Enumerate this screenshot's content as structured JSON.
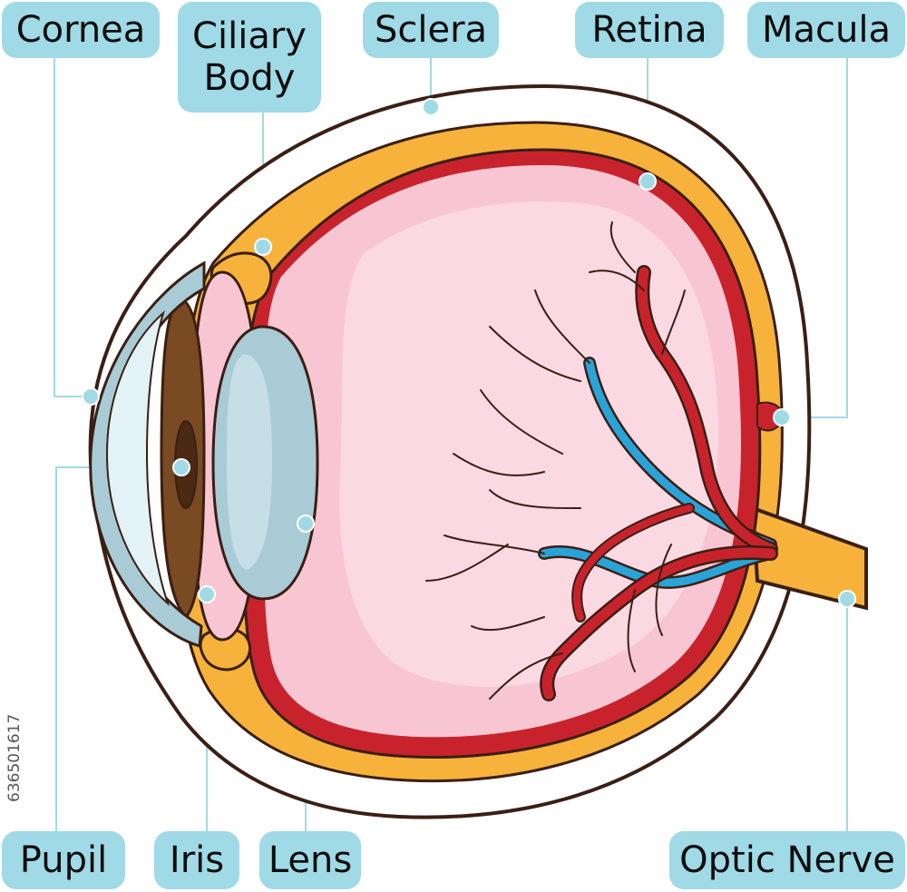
{
  "labels": {
    "cornea": "Cornea",
    "ciliary_line1": "Ciliary",
    "ciliary_line2": "Body",
    "sclera": "Sclera",
    "retina": "Retina",
    "macula": "Macula",
    "pupil": "Pupil",
    "iris": "Iris",
    "lens": "Lens",
    "optic_nerve": "Optic Nerve"
  },
  "credit": "636501617",
  "colors": {
    "label_bg": "#9fdae6",
    "leader_line": "#9fdae6",
    "outline": "#3a1f14",
    "sclera": "#ffffff",
    "choroid": "#f7b23b",
    "retina": "#c8232c",
    "vitreous": "#f8c6d2",
    "vein": "#2aa3d8",
    "lens": "#a9cbd6",
    "iris": "#7a4a22"
  }
}
